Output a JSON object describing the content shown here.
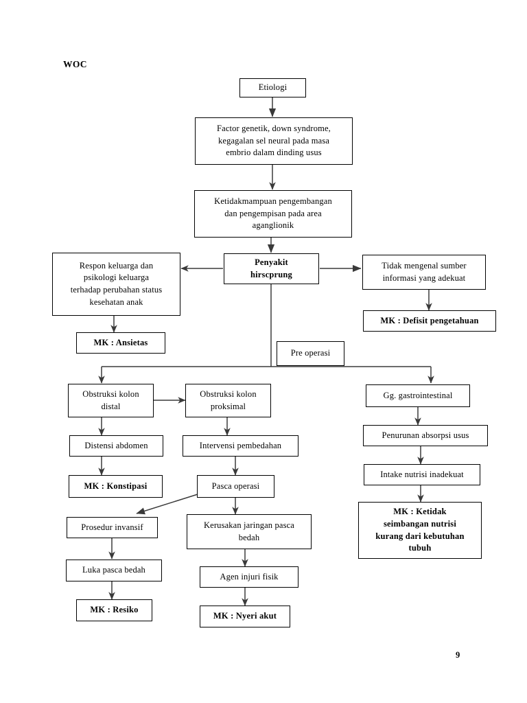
{
  "document": {
    "title": "WOC",
    "page_number": "9",
    "background_color": "#ffffff",
    "line_color": "#3a3a3a",
    "text_color": "#000000"
  },
  "diagram": {
    "type": "flowchart",
    "nodes": {
      "etiologi": "Etiologi",
      "factor_genetik": "Factor genetik, down syndrome,\nkegagalan sel neural pada masa\nembrio dalam dinding usus",
      "ketidakmampuan": "Ketidakmampuan pengembangan\ndan pengempisan pada area\naganglionik",
      "penyakit_hirscprung": "Penyakit\nhirscprung",
      "respon_keluarga": "Respon keluarga dan\npsikologi keluarga\nterhadap perubahan status\nkesehatan anak",
      "mk_ansietas": "MK : Ansietas",
      "tidak_mengenal": "Tidak mengenal sumber\ninformasi yang adekuat",
      "mk_defisit": "MK : Defisit pengetahuan",
      "pre_operasi": "Pre operasi",
      "obstruksi_distal": "Obstruksi kolon\ndistal",
      "obstruksi_proksimal": "Obstruksi kolon\nproksimal",
      "gg_gastrointestinal": "Gg. gastrointestinal",
      "distensi_abdomen": "Distensi abdomen",
      "intervensi_pembedahan": "Intervensi pembedahan",
      "penurunan_absorpsi": "Penurunan absorpsi usus",
      "mk_konstipasi": "MK : Konstipasi",
      "pasca_operasi": "Pasca operasi",
      "intake_nutrisi": "Intake nutrisi inadekuat",
      "prosedur_invansif": "Prosedur invansif",
      "kerusakan_jaringan": "Kerusakan jaringan pasca\nbedah",
      "mk_ketidakseimbangan": "MK : Ketidak\nseimbangan nutrisi\nkurang dari kebutuhan\ntubuh",
      "luka_pasca_bedah": "Luka pasca bedah",
      "agen_injuri": "Agen injuri fisik",
      "mk_resiko": "MK : Resiko",
      "mk_nyeri_akut": "MK : Nyeri akut"
    },
    "edges": [
      {
        "from": "etiologi",
        "to": "factor_genetik",
        "kind": "arrow-down"
      },
      {
        "from": "factor_genetik",
        "to": "ketidakmampuan",
        "kind": "arrow-down"
      },
      {
        "from": "ketidakmampuan",
        "to": "penyakit_hirscprung",
        "kind": "arrow-down"
      },
      {
        "from": "penyakit_hirscprung",
        "to": "respon_keluarga",
        "kind": "arrow-left"
      },
      {
        "from": "penyakit_hirscprung",
        "to": "tidak_mengenal",
        "kind": "arrow-right"
      },
      {
        "from": "respon_keluarga",
        "to": "mk_ansietas",
        "kind": "arrow-down"
      },
      {
        "from": "tidak_mengenal",
        "to": "mk_defisit",
        "kind": "arrow-down"
      },
      {
        "from": "penyakit_hirscprung",
        "to": "obstruksi_distal",
        "kind": "elbow-down-left"
      },
      {
        "from": "penyakit_hirscprung",
        "to": "gg_gastrointestinal",
        "kind": "elbow-down-right"
      },
      {
        "from": "obstruksi_distal",
        "to": "obstruksi_proksimal",
        "kind": "arrow-right"
      },
      {
        "from": "obstruksi_distal",
        "to": "distensi_abdomen",
        "kind": "arrow-down"
      },
      {
        "from": "distensi_abdomen",
        "to": "mk_konstipasi",
        "kind": "arrow-down"
      },
      {
        "from": "obstruksi_proksimal",
        "to": "intervensi_pembedahan",
        "kind": "arrow-down"
      },
      {
        "from": "intervensi_pembedahan",
        "to": "pasca_operasi",
        "kind": "arrow-down"
      },
      {
        "from": "pasca_operasi",
        "to": "prosedur_invansif",
        "kind": "arrow-diagonal"
      },
      {
        "from": "pasca_operasi",
        "to": "kerusakan_jaringan",
        "kind": "arrow-down"
      },
      {
        "from": "prosedur_invansif",
        "to": "luka_pasca_bedah",
        "kind": "arrow-down"
      },
      {
        "from": "luka_pasca_bedah",
        "to": "mk_resiko",
        "kind": "arrow-down"
      },
      {
        "from": "kerusakan_jaringan",
        "to": "agen_injuri",
        "kind": "arrow-down"
      },
      {
        "from": "agen_injuri",
        "to": "mk_nyeri_akut",
        "kind": "arrow-down"
      },
      {
        "from": "gg_gastrointestinal",
        "to": "penurunan_absorpsi",
        "kind": "arrow-down"
      },
      {
        "from": "penurunan_absorpsi",
        "to": "intake_nutrisi",
        "kind": "arrow-down"
      },
      {
        "from": "intake_nutrisi",
        "to": "mk_ketidakseimbangan",
        "kind": "arrow-down"
      }
    ]
  }
}
